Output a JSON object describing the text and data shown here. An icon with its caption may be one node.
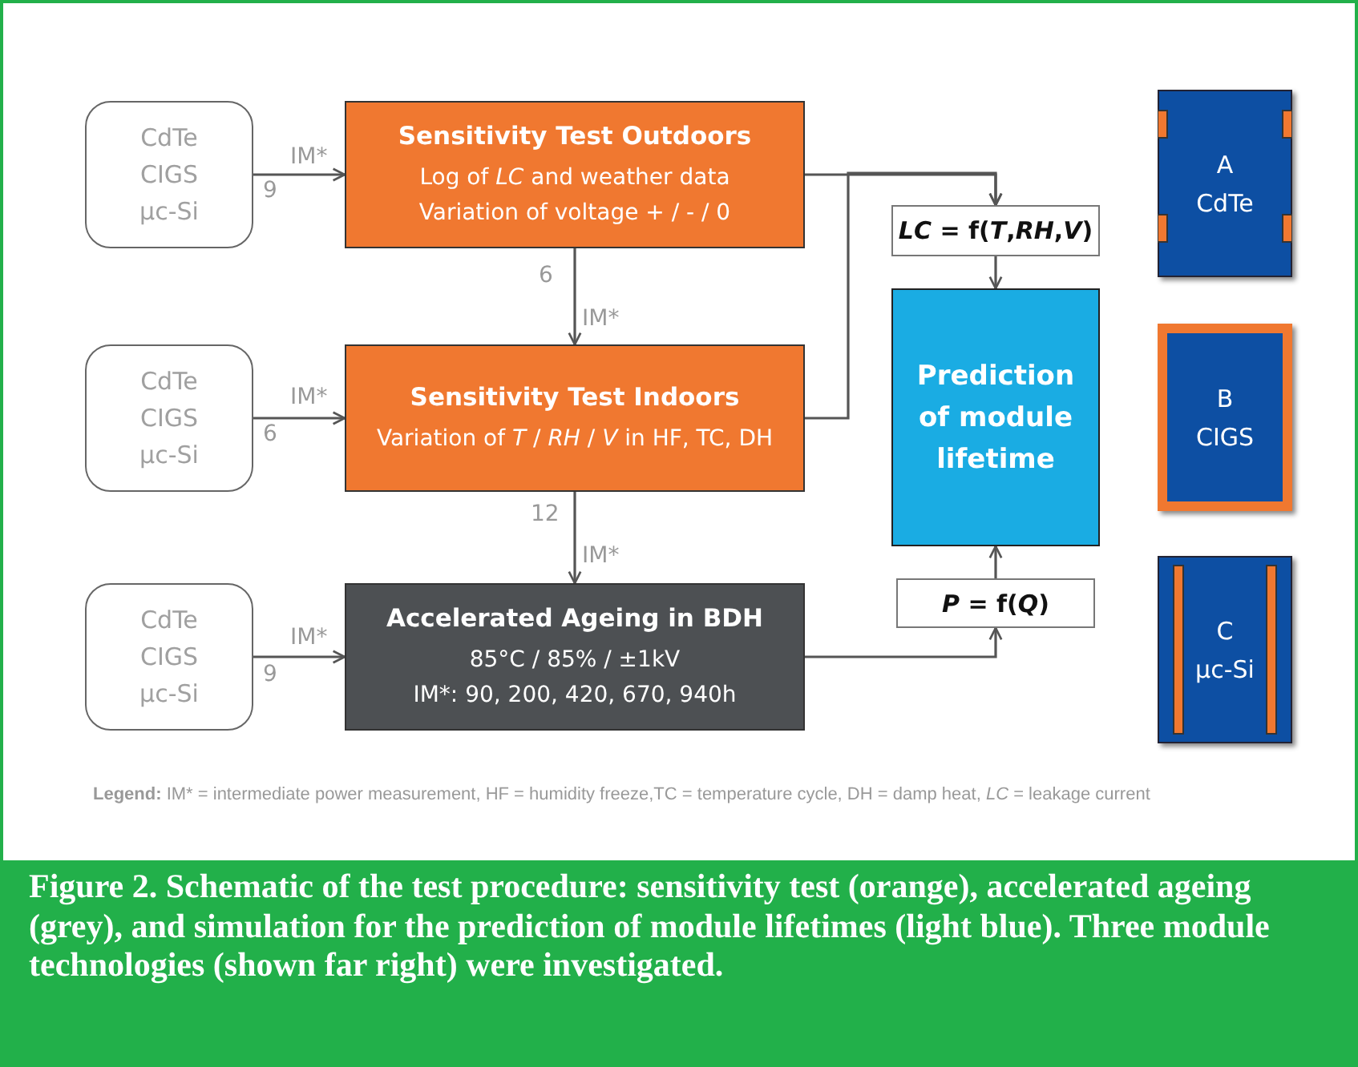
{
  "diagram": {
    "caption": "Figure 2. Schematic of the test procedure: sensitivity test (orange), accelerated ageing (grey), and simulation for the prediction of module lifetimes (light blue). Three module technologies (shown far right) were investigated.",
    "nodes": [
      {
        "text": [
          "CdTe",
          "CIGS",
          "μc-Si"
        ]
      },
      {
        "text": [
          "Sensitivity Test Outdoors",
          "Log of *LC* and weather data",
          "Variation of voltage + / - / 0"
        ]
      },
      {
        "text": [
          "CdTe",
          "CIGS",
          "μc-Si"
        ]
      },
      {
        "text": [
          "Sensitivity Test Indoors",
          "Variation of *T* / *RH* / *V* in HF, TC, DH"
        ]
      },
      {
        "text": [
          "CdTe",
          "CIGS",
          "μc-Si"
        ]
      },
      {
        "text": [
          "Accelerated Ageing in BDH",
          "85°C / 85% / ±1kV",
          "IM*: 90, 200, 420, 670, 940h"
        ]
      },
      {
        "text": [
          "*LC* = f(*T*,*RH*,*V*)"
        ]
      },
      {
        "text": [
          "Prediction of module lifetime"
        ]
      },
      {
        "text": [
          "*P* = f(*Q*)"
        ]
      },
      {
        "text": [
          "A",
          "CdTe"
        ]
      },
      {
        "text": [
          "B",
          "CIGS"
        ]
      },
      {
        "text": [
          "C",
          "μc-Si"
        ]
      }
    ],
    "edges": [
      {
        "from": 0,
        "to": 1,
        "arrow": "to",
        "label": "IM*"
      },
      {
        "from": 1,
        "to": 3,
        "arrow": "to",
        "label": "IM*"
      },
      {
        "from": 2,
        "to": 3,
        "arrow": "to",
        "label": "IM*"
      },
      {
        "from": 3,
        "to": 5,
        "arrow": "to",
        "label": "IM*"
      },
      {
        "from": 4,
        "to": 5,
        "arrow": "to",
        "label": "IM*"
      },
      {
        "from": 1,
        "to": 6,
        "arrow": "to"
      },
      {
        "from": 3,
        "to": 6,
        "arrow": "to"
      },
      {
        "from": 6,
        "to": 7,
        "arrow": "to"
      },
      {
        "from": 5,
        "to": 8,
        "arrow": "to"
      },
      {
        "from": 8,
        "to": 7,
        "arrow": "to"
      }
    ],
    "labels": [
      "9",
      "6",
      "6",
      "12",
      "9",
      "**Legend:** IM* = intermediate power measurement, HF = humidity freeze,TC = temperature cycle, DH = damp heat, *LC* = leakage current"
    ]
  }
}
